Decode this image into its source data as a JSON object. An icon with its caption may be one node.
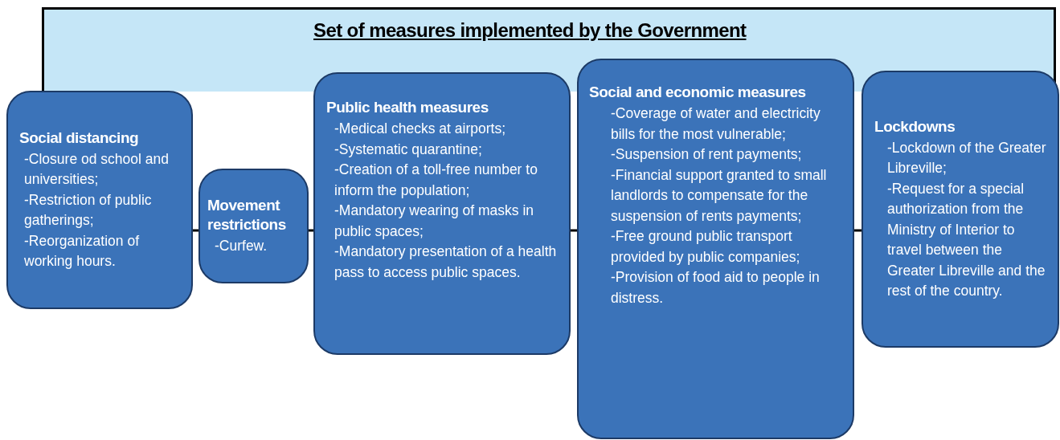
{
  "diagram": {
    "title": "Set of measures implemented by the Government",
    "nodes": [
      {
        "text": [
          "Social distancing",
          "-Closure od school and universities;",
          "-Restriction of public gatherings;",
          "-Reorganization of working hours."
        ]
      },
      {
        "text": [
          "Movement restrictions",
          "-Curfew."
        ]
      },
      {
        "text": [
          "Public health measures",
          "-Medical checks at airports;",
          "-Systematic quarantine;",
          "-Creation of a toll-free number to inform the population;",
          "-Mandatory wearing of masks in public spaces;",
          "-Mandatory presentation of a health pass to access public spaces."
        ]
      },
      {
        "text": [
          "Social and economic measures",
          "-Coverage of water and electricity bills for the most vulnerable;",
          "-Suspension of rent payments;",
          "-Financial support granted to small landlords to compensate for the suspension of rents payments;",
          "-Free ground public transport provided by public companies;",
          "-Provision of food aid to people in distress."
        ]
      },
      {
        "text": [
          "Lockdowns",
          "-Lockdown of the Greater Libreville;",
          "-Request for a special authorization from the Ministry of Interior to travel between the Greater Libreville and the rest of the country."
        ]
      }
    ],
    "edges": [
      {
        "from": 0,
        "to": 1,
        "arrow": "none"
      },
      {
        "from": 1,
        "to": 2,
        "arrow": "none"
      },
      {
        "from": 2,
        "to": 3,
        "arrow": "none"
      },
      {
        "from": 3,
        "to": 4,
        "arrow": "none"
      }
    ]
  }
}
